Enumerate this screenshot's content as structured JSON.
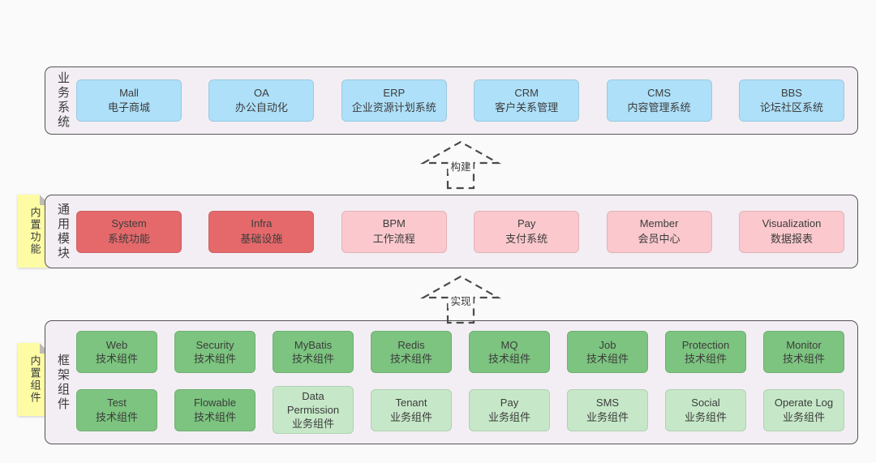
{
  "colors": {
    "page_bg": "#FAFAFA",
    "band_bg": "#F3EEF4",
    "band_border": "#555555",
    "blue": "#AEE0F9",
    "red": "#E5696B",
    "pink": "#FAC8CD",
    "green": "#7CC47F",
    "light_green": "#C6E8C8",
    "sticky_yellow": "#FDFCA4",
    "text": "#3C3C3C",
    "arrow": "#4A4A4A"
  },
  "layers": {
    "business": {
      "label": "业务系统",
      "boxes": [
        {
          "title": "Mall",
          "subtitle": "电子商城",
          "color": "blue"
        },
        {
          "title": "OA",
          "subtitle": "办公自动化",
          "color": "blue"
        },
        {
          "title": "ERP",
          "subtitle": "企业资源计划系统",
          "color": "blue"
        },
        {
          "title": "CRM",
          "subtitle": "客户关系管理",
          "color": "blue"
        },
        {
          "title": "CMS",
          "subtitle": "内容管理系统",
          "color": "blue"
        },
        {
          "title": "BBS",
          "subtitle": "论坛社区系统",
          "color": "blue"
        }
      ]
    },
    "modules": {
      "label": "通用模块",
      "sticky": "内置功能",
      "boxes": [
        {
          "title": "System",
          "subtitle": "系统功能",
          "color": "red"
        },
        {
          "title": "Infra",
          "subtitle": "基础设施",
          "color": "red"
        },
        {
          "title": "BPM",
          "subtitle": "工作流程",
          "color": "pink"
        },
        {
          "title": "Pay",
          "subtitle": "支付系统",
          "color": "pink"
        },
        {
          "title": "Member",
          "subtitle": "会员中心",
          "color": "pink"
        },
        {
          "title": "Visualization",
          "subtitle": "数据报表",
          "color": "pink"
        }
      ]
    },
    "framework": {
      "label": "框架组件",
      "sticky": "内置组件",
      "row1": [
        {
          "title": "Web",
          "subtitle": "技术组件",
          "color": "green"
        },
        {
          "title": "Security",
          "subtitle": "技术组件",
          "color": "green"
        },
        {
          "title": "MyBatis",
          "subtitle": "技术组件",
          "color": "green"
        },
        {
          "title": "Redis",
          "subtitle": "技术组件",
          "color": "green"
        },
        {
          "title": "MQ",
          "subtitle": "技术组件",
          "color": "green"
        },
        {
          "title": "Job",
          "subtitle": "技术组件",
          "color": "green"
        },
        {
          "title": "Protection",
          "subtitle": "技术组件",
          "color": "green"
        },
        {
          "title": "Monitor",
          "subtitle": "技术组件",
          "color": "green"
        }
      ],
      "row2": [
        {
          "title": "Test",
          "subtitle": "技术组件",
          "color": "green"
        },
        {
          "title": "Flowable",
          "subtitle": "技术组件",
          "color": "green"
        },
        {
          "title": "Data Permission",
          "subtitle": "业务组件",
          "color": "light_green"
        },
        {
          "title": "Tenant",
          "subtitle": "业务组件",
          "color": "light_green"
        },
        {
          "title": "Pay",
          "subtitle": "业务组件",
          "color": "light_green"
        },
        {
          "title": "SMS",
          "subtitle": "业务组件",
          "color": "light_green"
        },
        {
          "title": "Social",
          "subtitle": "业务组件",
          "color": "light_green"
        },
        {
          "title": "Operate Log",
          "subtitle": "业务组件",
          "color": "light_green"
        }
      ]
    }
  },
  "arrows": [
    {
      "label": "构建"
    },
    {
      "label": "实现"
    }
  ]
}
